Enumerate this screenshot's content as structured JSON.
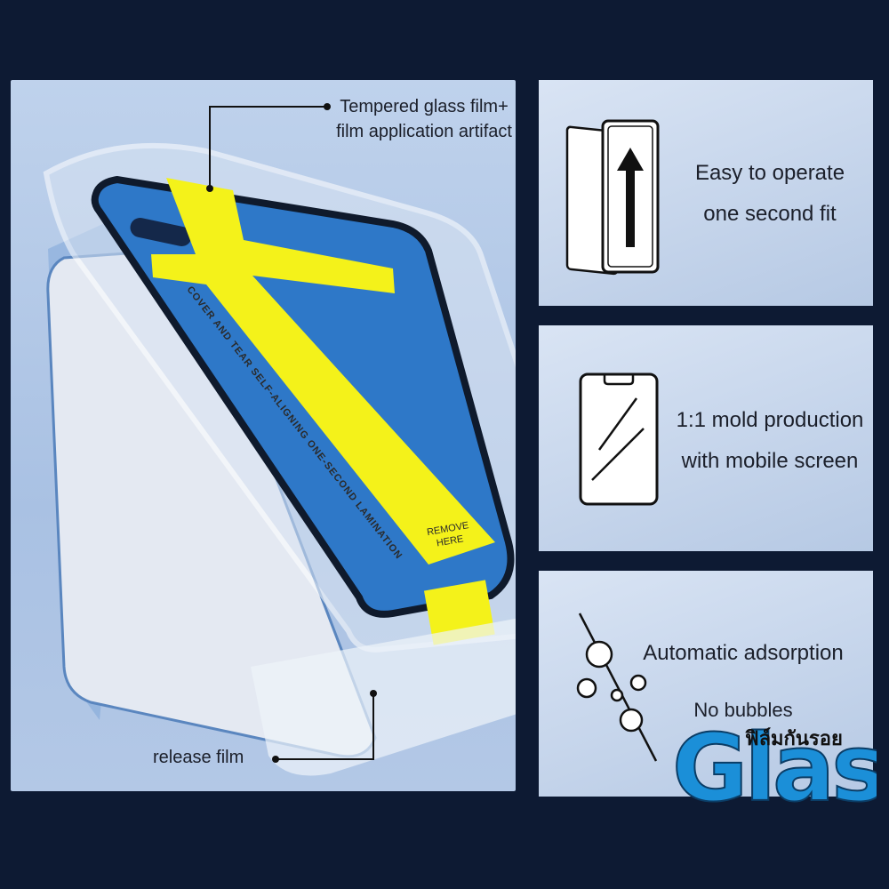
{
  "main": {
    "callout_top_line1": "Tempered glass film+",
    "callout_top_line2": "film application artifact",
    "callout_bottom": "release film",
    "film_strip_text": "COVER AND TEAR  SELF-ALIGNING  ONE-SECOND LAMINATION",
    "tab_line1": "REMOVE",
    "tab_line2": "HERE"
  },
  "features": [
    {
      "line1": "Easy to operate",
      "line2": "one second fit",
      "icon": "arrow-up-layers-icon"
    },
    {
      "line1": "1:1 mold production",
      "line2": "with mobile screen",
      "icon": "phone-outline-icon"
    },
    {
      "line1": "Automatic adsorption",
      "line2": "No bubbles",
      "icon": "bubbles-icon"
    }
  ],
  "brand": {
    "title": "Glass",
    "subtitle": "ฟิล์มกันรอย"
  },
  "colors": {
    "accent_yellow": "#f4f21a",
    "screen_blue": "#2e78c8",
    "brand_blue": "#1b8fd8",
    "background": "#0d1a33"
  }
}
